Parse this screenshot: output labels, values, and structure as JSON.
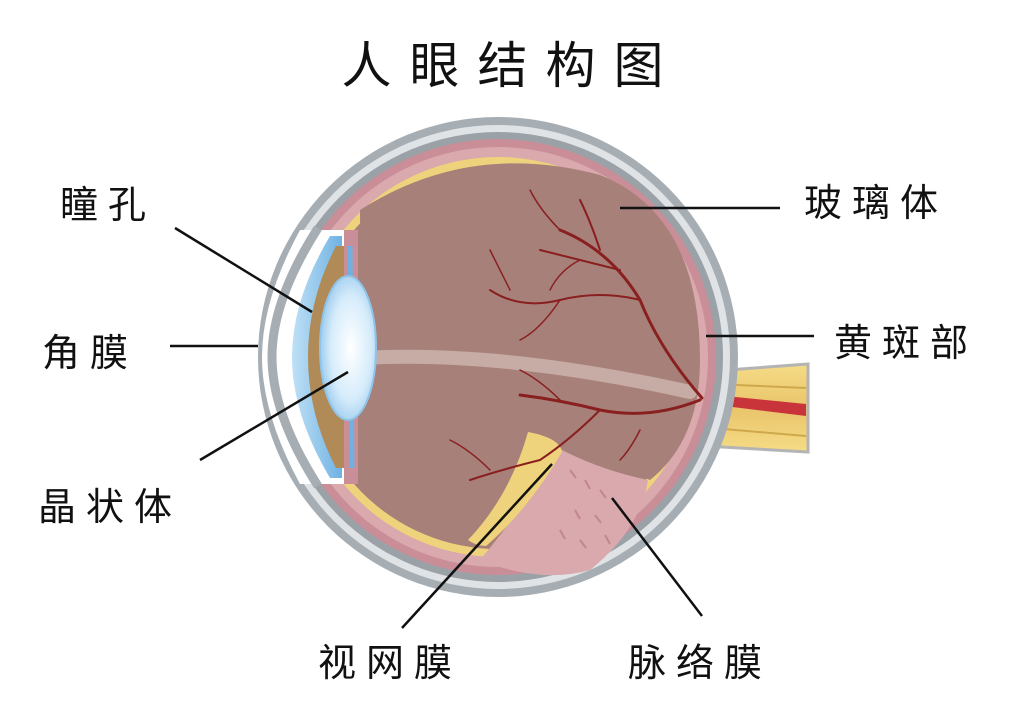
{
  "title": "人眼结构图",
  "labels": {
    "pupil": "瞳孔",
    "cornea": "角膜",
    "lens": "晶状体",
    "vitreous": "玻璃体",
    "macula": "黄斑部",
    "retina": "视网膜",
    "choroid": "脉络膜"
  },
  "colors": {
    "sclera": "#a6aeb4",
    "vitreous_body": "#a7807a",
    "retina_yellow": "#eed37c",
    "choroid_pink": "#d9a9ad",
    "lens_blue": "#a7d4f2",
    "cornea_blue": "#8fc4ea",
    "vessel": "#8a1f1f"
  }
}
